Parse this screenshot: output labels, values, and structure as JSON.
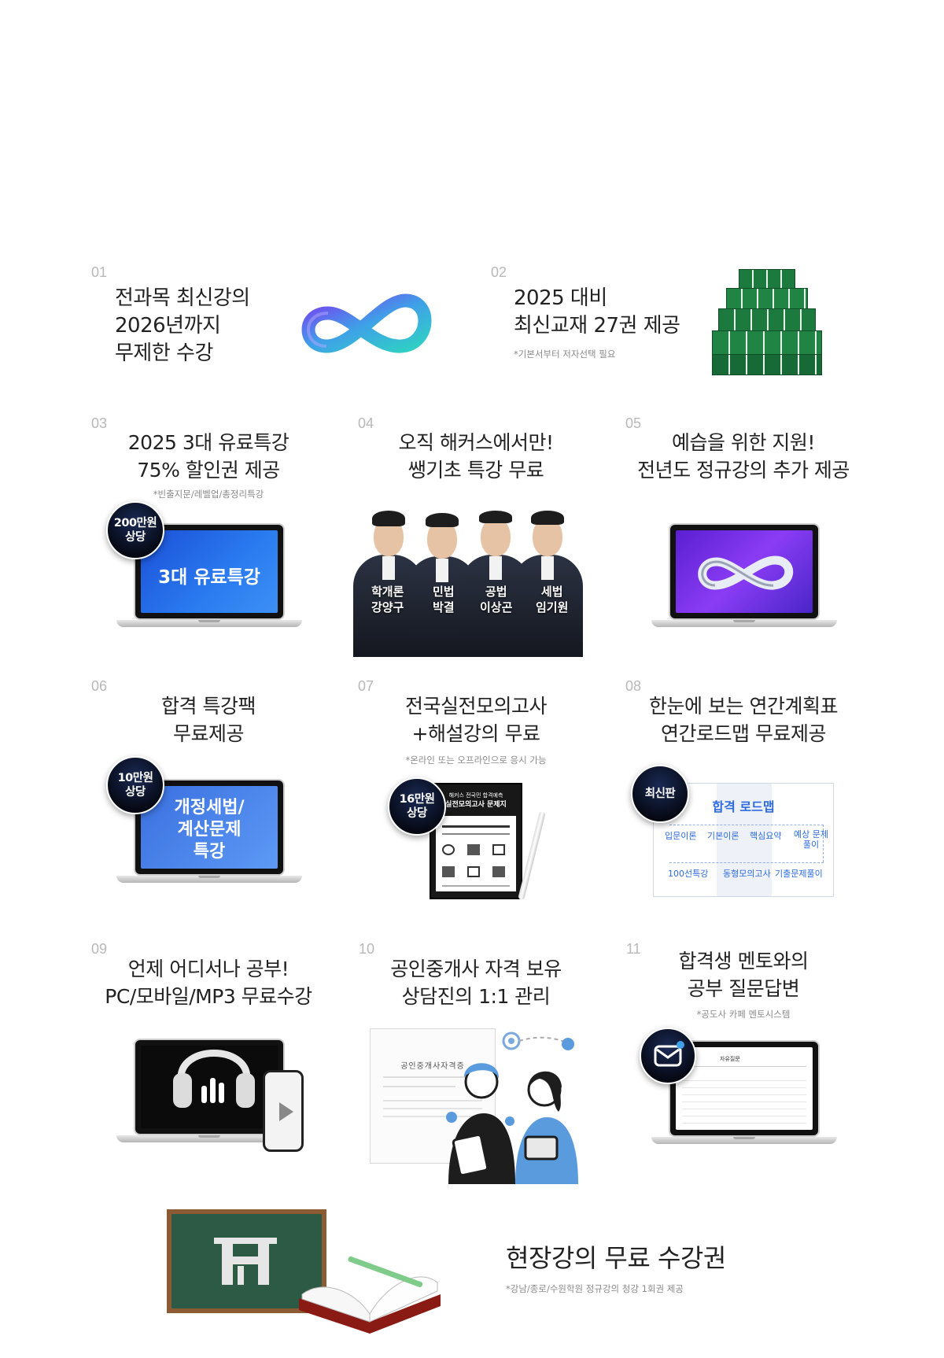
{
  "items": [
    {
      "num": "01",
      "title": [
        "전과목 최신강의",
        "2026년까지",
        "무제한 수강"
      ]
    },
    {
      "num": "02",
      "title": [
        "2025 대비",
        "최신교재 27권 제공"
      ],
      "note": "*기본서부터 저자선택 필요"
    },
    {
      "num": "03",
      "title": [
        "2025 3대 유료특강",
        "75% 할인권 제공"
      ],
      "note": "*빈출지문/레벨업/총정리특강",
      "badge": [
        "200만원",
        "상당"
      ],
      "screen_text": "3대 유료특강"
    },
    {
      "num": "04",
      "title": [
        "오직 해커스에서만!",
        "쌩기초 특강 무료"
      ],
      "teachers": [
        [
          "학개론",
          "강양구"
        ],
        [
          "민법",
          "박결"
        ],
        [
          "공법",
          "이상곤"
        ],
        [
          "세법",
          "임기원"
        ]
      ]
    },
    {
      "num": "05",
      "title": [
        "예습을 위한 지원!",
        "전년도 정규강의 추가 제공"
      ]
    },
    {
      "num": "06",
      "title": [
        "합격 특강팩",
        "무료제공"
      ],
      "badge": [
        "10만원",
        "상당"
      ],
      "screen_text": [
        "개정세법/",
        "계산문제",
        "특강"
      ]
    },
    {
      "num": "07",
      "title": [
        "전국실전모의고사",
        "+해설강의 무료"
      ],
      "note": "*온라인 또는 오프라인으로 응시 가능",
      "badge": [
        "16만원",
        "상당"
      ],
      "paper": [
        "해커스 전국민 합격예측",
        "실전모의고사 문제지"
      ]
    },
    {
      "num": "08",
      "title": [
        "한눈에 보는 연간계획표",
        "연간로드맵 무료제공"
      ],
      "badge": [
        "최신판"
      ],
      "roadmap": {
        "title": "합격 로드맵",
        "row1": [
          "입문이론",
          "기본이론",
          "핵심요약",
          "예상 문제풀이"
        ],
        "row2": [
          "100선특강",
          "동형모의고사",
          "기출문제풀이"
        ]
      }
    },
    {
      "num": "09",
      "title": [
        "언제 어디서나 공부!",
        "PC/모바일/MP3 무료수강"
      ]
    },
    {
      "num": "10",
      "title": [
        "공인중개사 자격 보유",
        "상담진의 1:1 관리"
      ],
      "cert": "공인중개사자격증"
    },
    {
      "num": "11",
      "title": [
        "합격생 멘토와의",
        "공부 질문답변"
      ],
      "note": "*공도사 카페 멘토시스템",
      "board": "자유질문"
    },
    {
      "title": [
        "현장강의 무료 수강권"
      ],
      "note": "*강남/종로/수원학원 정규강의 청강 1회권 제공"
    }
  ],
  "colors": {
    "accent": "#2a7cf0",
    "number": "#b8b8b8",
    "badge": "#0a1024"
  }
}
